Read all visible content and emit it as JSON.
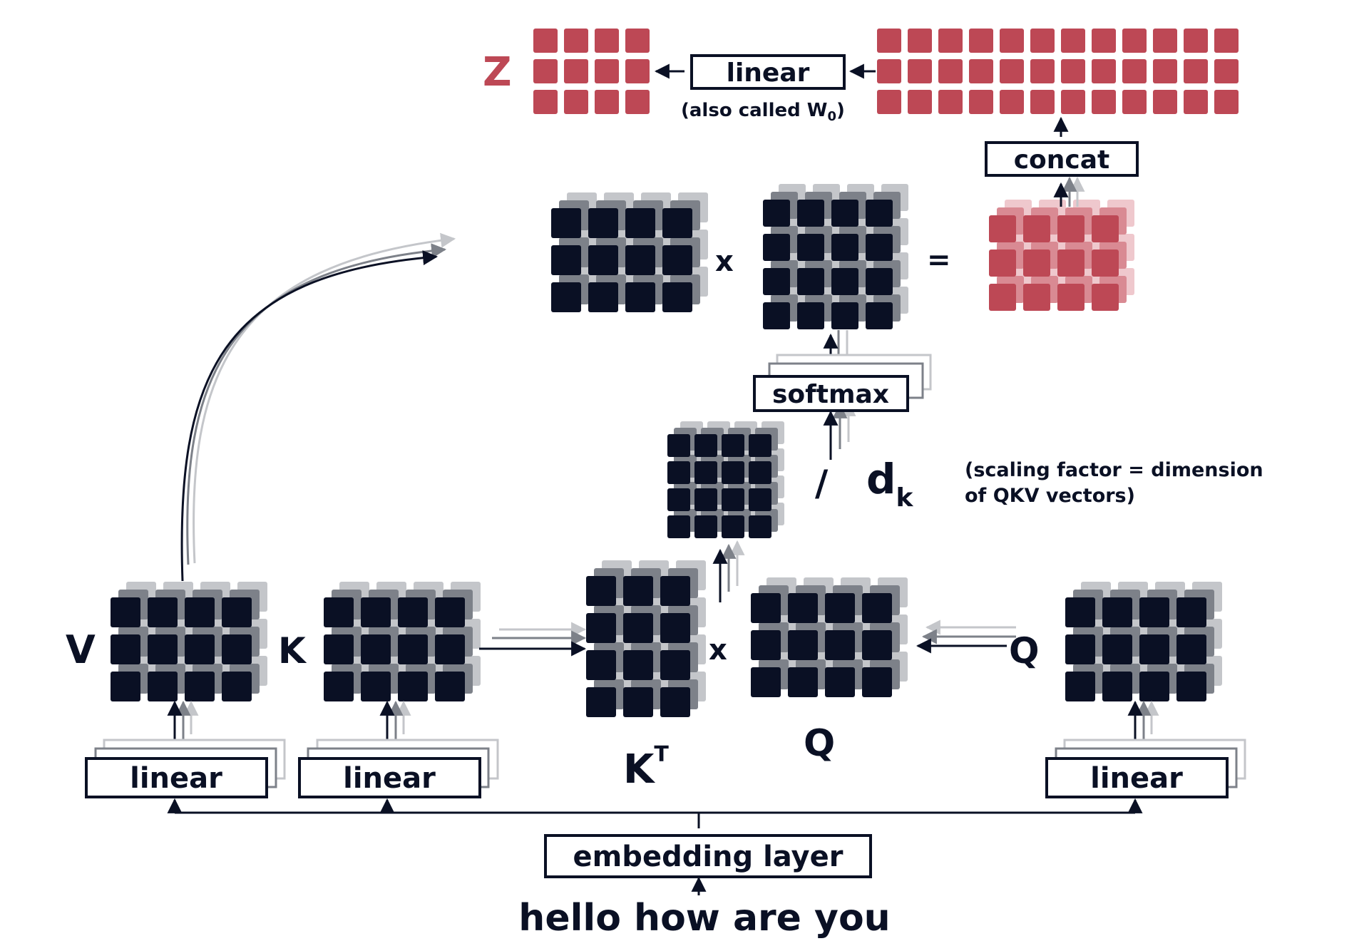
{
  "colors": {
    "dark": "#0a1024",
    "red": "#bd4855",
    "ghost1": "#7d8189",
    "ghost2": "#c4c6ca",
    "red_ghost1": "#d98a93",
    "red_ghost2": "#efc8cd"
  },
  "input": {
    "text": "hello how are you"
  },
  "embedding": {
    "label": "embedding layer"
  },
  "linear_v": {
    "label": "linear"
  },
  "linear_k": {
    "label": "linear"
  },
  "linear_q": {
    "label": "linear"
  },
  "labels": {
    "v": "V",
    "k": "K",
    "q_right": "Q",
    "q_center": "Q",
    "kt_base": "K",
    "kt_sup": "T",
    "times1": "x",
    "times2": "x",
    "equals": "=",
    "slash": "/",
    "dk_base": "d",
    "dk_sub": "k"
  },
  "scaling_note": {
    "line1": "(scaling factor = dimension",
    "line2": "of QKV vectors)"
  },
  "softmax": {
    "label": "softmax"
  },
  "concat": {
    "label": "concat"
  },
  "output_linear": {
    "label": "linear",
    "note_prefix": "(also called W",
    "note_sub": "0",
    "note_suffix": ")"
  },
  "output": {
    "label": "Z"
  }
}
